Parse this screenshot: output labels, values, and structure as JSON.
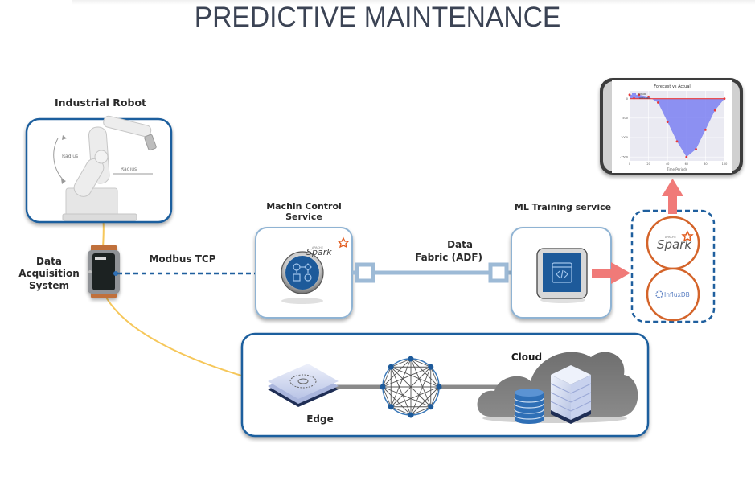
{
  "title": "PREDICTIVE MAINTENANCE",
  "nodes": {
    "robot": {
      "label": "Industrial Robot",
      "radius_label_1": "Radius",
      "radius_label_2": "Radius"
    },
    "daq": {
      "label_line1": "Data",
      "label_line2": "Acquisition",
      "label_line3": "System"
    },
    "modbus": {
      "label": "Modbus TCP"
    },
    "machine_control": {
      "label_line1": "Machin Control",
      "label_line2": "Service",
      "badge": "Spark",
      "badge_small": "APACHE"
    },
    "data_fabric": {
      "label_line1": "Data",
      "label_line2": "Fabric (ADF)"
    },
    "ml_training": {
      "label": "ML Training service",
      "icon_text": "</>"
    },
    "storage": {
      "spark_label": "Spark",
      "spark_small": "APACHE",
      "influx_label": "InfluxDB"
    },
    "edge": {
      "label": "Edge"
    },
    "cloud": {
      "label": "Cloud"
    }
  },
  "colors": {
    "title": "#3b4354",
    "dark_blue_border": "#1f5f9e",
    "light_blue_border": "#8fb3d3",
    "fabric_line": "#9dbad6",
    "red_arrow": "#f07a78",
    "orange_ring": "#d4642a",
    "yellow_cable": "#f6c75a",
    "node_blue": "#1d5a9a",
    "cloud_gray": "#7a7a7a"
  },
  "chart_data": {
    "type": "line",
    "title": "Forecast vs Actual",
    "xlabel": "Time Periods",
    "ylabel": "",
    "legend": [
      "Actual",
      "Forecast"
    ],
    "legend_position": "top-left",
    "x": [
      0,
      10,
      20,
      30,
      40,
      50,
      60,
      70,
      80,
      90,
      100
    ],
    "xlim": [
      0,
      100
    ],
    "ylim": [
      -1600,
      200
    ],
    "series": [
      {
        "name": "Actual",
        "values": [
          100,
          100,
          50,
          -100,
          -600,
          -1100,
          -1500,
          -1300,
          -800,
          -300,
          0
        ]
      },
      {
        "name": "Forecast",
        "values": [
          0,
          0,
          0,
          0,
          0,
          0,
          0,
          0,
          0,
          0,
          0
        ]
      }
    ]
  }
}
